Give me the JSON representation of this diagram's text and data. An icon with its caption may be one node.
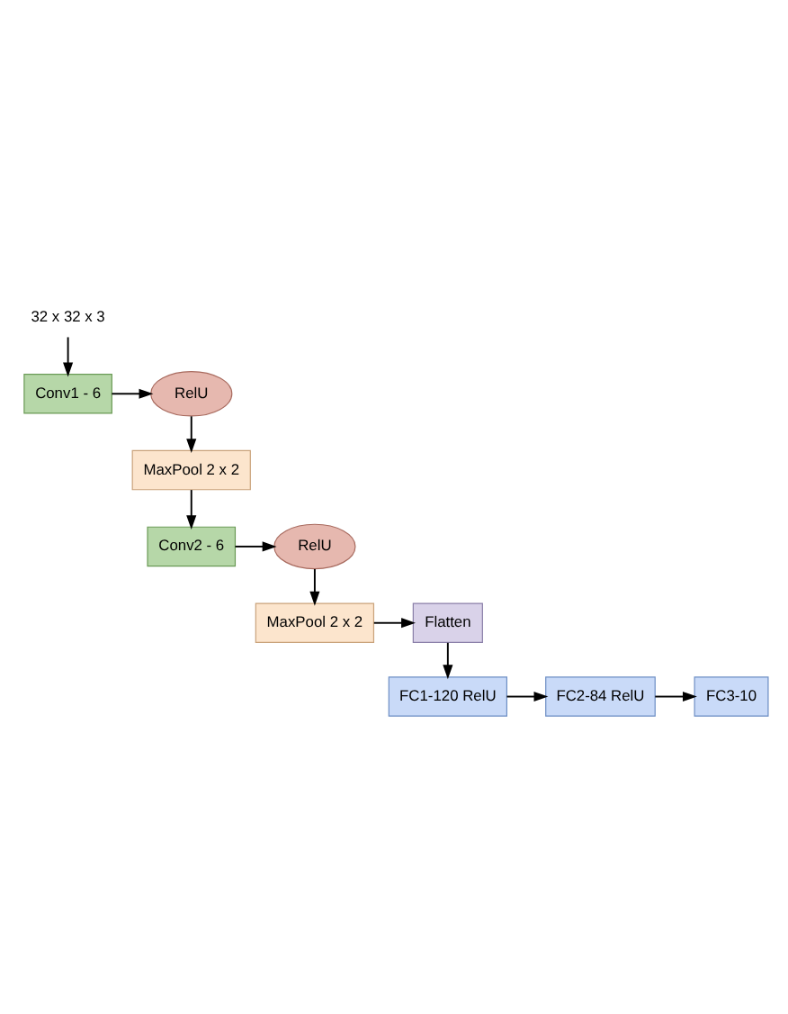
{
  "diagram": {
    "nodes": [
      {
        "text": [
          "32 x 32 x 3"
        ]
      },
      {
        "text": [
          "Conv1 - 6"
        ]
      },
      {
        "text": [
          "RelU"
        ]
      },
      {
        "text": [
          "MaxPool 2 x 2"
        ]
      },
      {
        "text": [
          "Conv2 - 6"
        ]
      },
      {
        "text": [
          "RelU"
        ]
      },
      {
        "text": [
          "MaxPool 2 x 2"
        ]
      },
      {
        "text": [
          "Flatten"
        ]
      },
      {
        "text": [
          "FC1-120 RelU"
        ]
      },
      {
        "text": [
          "FC2-84 RelU"
        ]
      },
      {
        "text": [
          "FC3-10"
        ]
      }
    ],
    "edges": [
      {
        "from": 0,
        "to": 1,
        "arrow": "to"
      },
      {
        "from": 1,
        "to": 2,
        "arrow": "to"
      },
      {
        "from": 2,
        "to": 3,
        "arrow": "to"
      },
      {
        "from": 3,
        "to": 4,
        "arrow": "to"
      },
      {
        "from": 4,
        "to": 5,
        "arrow": "to"
      },
      {
        "from": 5,
        "to": 6,
        "arrow": "to"
      },
      {
        "from": 6,
        "to": 7,
        "arrow": "to"
      },
      {
        "from": 7,
        "to": 8,
        "arrow": "to"
      },
      {
        "from": 8,
        "to": 9,
        "arrow": "to"
      },
      {
        "from": 9,
        "to": 10,
        "arrow": "to"
      }
    ]
  }
}
